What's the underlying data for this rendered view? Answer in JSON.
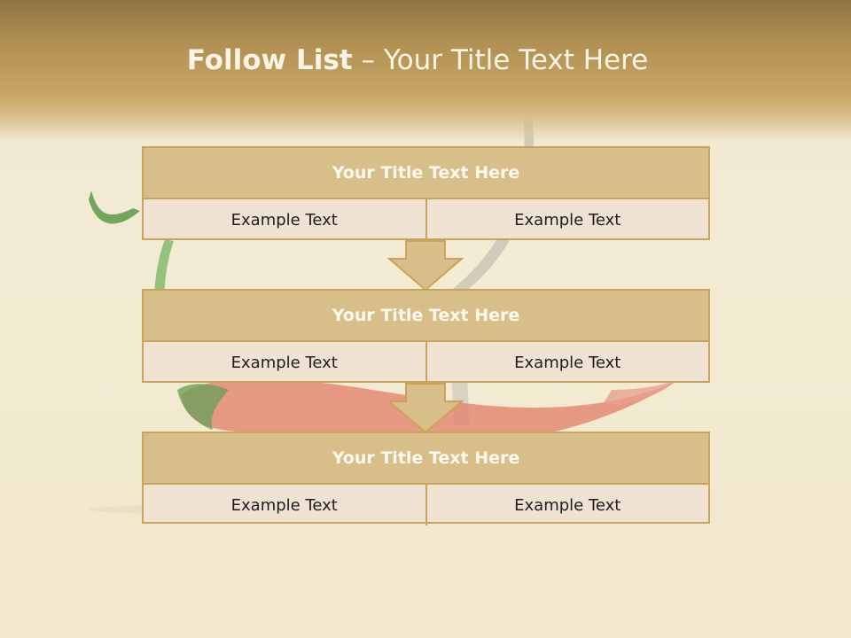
{
  "slide": {
    "title_bold": "Follow List",
    "title_rest": "– Your Title Text Here"
  },
  "blocks": [
    {
      "title": "Your Title Text Here",
      "left": "Example Text",
      "right": "Example Text"
    },
    {
      "title": "Your Title Text Here",
      "left": "Example Text",
      "right": "Example Text"
    },
    {
      "title": "Your Title Text Here",
      "left": "Example Text",
      "right": "Example Text"
    }
  ],
  "colors": {
    "header": "#c8a563",
    "block_head": "#d8be88",
    "block_body": "#efe2d2",
    "border": "#c9a45a"
  }
}
